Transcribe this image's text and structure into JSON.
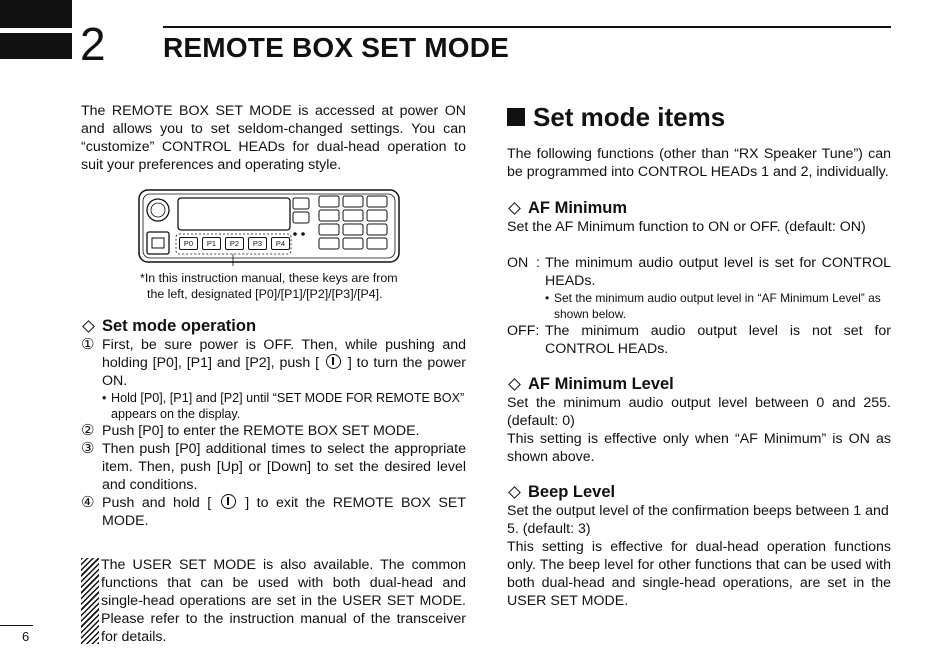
{
  "header": {
    "chapter_number": "2",
    "title": "REMOTE BOX SET MODE"
  },
  "left": {
    "intro": "The REMOTE BOX SET MODE is accessed at power ON and allows you to set seldom-changed settings. You can “customize” CONTROL HEADs for dual-head operation to suit your preferences and operating style.",
    "figure": {
      "keys": [
        "P0",
        "P1",
        "P2",
        "P3",
        "P4"
      ],
      "caption_line1": "*In this instruction manual, these keys are from",
      "caption_line2": "the left, designated [P0]/[P1]/[P2]/[P3]/[P4]."
    },
    "set_mode_operation": {
      "heading": "Set mode operation",
      "steps": [
        {
          "num": "①",
          "text_before": "First, be sure power is OFF. Then, while pushing and holding [P0], [P1] and [P2], push [",
          "text_after": "] to turn the power ON.",
          "note": "Hold [P0], [P1] and [P2] until “SET MODE FOR REMOTE BOX” appears on the display."
        },
        {
          "num": "②",
          "text": "Push [P0] to enter the REMOTE BOX SET MODE."
        },
        {
          "num": "③",
          "text": "Then push [P0] additional times to select the appropriate item. Then, push [Up] or [Down] to set the desired level and conditions."
        },
        {
          "num": "④",
          "text_before": "Push and hold [",
          "text_after": "] to exit the REMOTE BOX SET MODE."
        }
      ]
    },
    "note": "The USER SET MODE is also available. The common functions that can be used with both dual-head and single-head operations are set in the USER SET MODE. Please refer to the instruction manual of the transceiver for details."
  },
  "right": {
    "section_title": "Set mode items",
    "intro": "The following functions (other than “RX Speaker Tune”) can be programmed into CONTROL HEADs 1 and 2, individually.",
    "af_minimum": {
      "heading": "AF Minimum",
      "desc": "Set the AF Minimum function to ON or OFF. (default: ON)",
      "on_key": "ON",
      "on_text": "The minimum audio output level is set for CONTROL HEADs.",
      "on_note": "Set the minimum audio output level in “AF Minimum Level” as shown below.",
      "off_key": "OFF",
      "off_text": "The minimum audio output level is not set for CONTROL HEADs."
    },
    "af_minimum_level": {
      "heading": "AF Minimum Level",
      "desc1": "Set the minimum audio output level between 0 and 255. (default: 0)",
      "desc2": "This setting is effective only when “AF Minimum” is ON as shown above."
    },
    "beep_level": {
      "heading": "Beep Level",
      "desc1": "Set the output level of the confirmation beeps between 1 and 5. (default: 3)",
      "desc2": "This setting is effective for dual-head operation functions only. The beep level for other functions that can be used with both dual-head and single-head operations, are set in the USER SET MODE."
    }
  },
  "footer": {
    "page_number": "6"
  }
}
